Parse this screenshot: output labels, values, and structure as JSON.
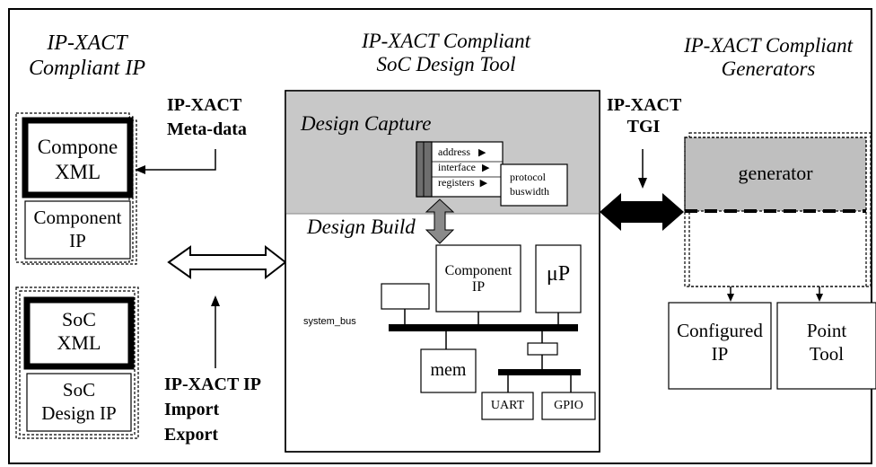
{
  "left_column": {
    "title_line1": "IP-XACT",
    "title_line2": "Compliant IP",
    "component_xml_line1": "Compone",
    "component_xml_line2": "XML",
    "component_ip_line1": "Component",
    "component_ip_line2": "IP",
    "soc_xml_line1": "SoC",
    "soc_xml_line2": "XML",
    "soc_design_ip_line1": "SoC",
    "soc_design_ip_line2": "Design IP"
  },
  "metadata_label": {
    "line1": "IP-XACT",
    "line2": "Meta-data"
  },
  "import_export_label": {
    "line1": "IP-XACT IP",
    "line2": "Import",
    "line3": "Export"
  },
  "center": {
    "title_line1": "IP-XACT Compliant",
    "title_line2": "SoC Design Tool",
    "design_capture": "Design Capture",
    "design_build": "Design Build",
    "capture_items": [
      "address",
      "interface",
      "registers"
    ],
    "protocol_line1": "protocol",
    "protocol_line2": "buswidth",
    "component_ip_line1": "Component",
    "component_ip_line2": "IP",
    "micro_p": "μP",
    "system_bus": "system_bus",
    "mem": "mem",
    "uart": "UART",
    "gpio": "GPIO"
  },
  "tgi_label": {
    "line1": "IP-XACT",
    "line2": "TGI"
  },
  "right_column": {
    "title_line1": "IP-XACT Compliant",
    "title_line2": "Generators",
    "generator": "generator",
    "configured_ip_line1": "Configured",
    "configured_ip_line2": "IP",
    "point_tool_line1": "Point",
    "point_tool_line2": "Tool"
  },
  "colors": {
    "capture_fill": "#c8c8c8",
    "generator_fill": "#bfbfbf",
    "connector_fill": "#808080",
    "capture_bar": "#6e6e6e"
  }
}
